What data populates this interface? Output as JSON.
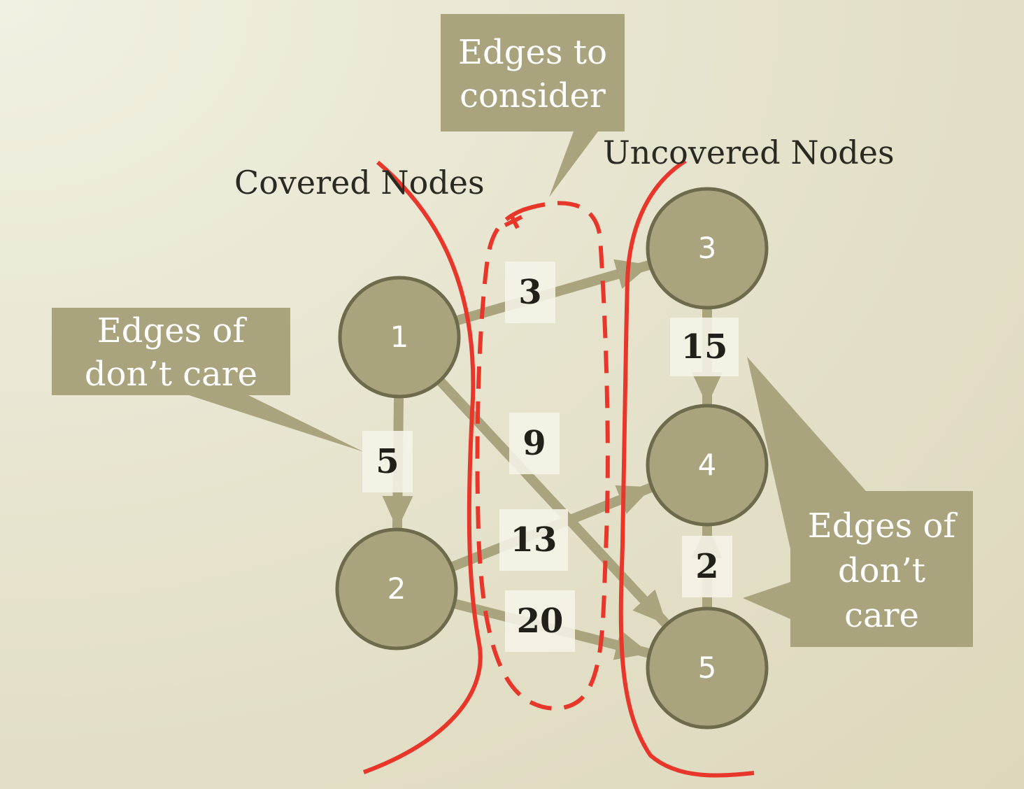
{
  "callouts": {
    "consider": {
      "line1": "Edges to",
      "line2": "consider"
    },
    "dont_care_left": {
      "line1": "Edges of",
      "line2": "don’t care"
    },
    "dont_care_right": {
      "line1": "Edges of",
      "line2": "don’t",
      "line3": "care"
    }
  },
  "regions": {
    "covered": "Covered Nodes",
    "uncovered": "Uncovered Nodes"
  },
  "nodes": [
    "1",
    "2",
    "3",
    "4",
    "5"
  ],
  "edges": [
    {
      "from": "1",
      "to": "3",
      "weight": "3"
    },
    {
      "from": "1",
      "to": "2",
      "weight": "5"
    },
    {
      "from": "1",
      "to": "5",
      "weight": "9"
    },
    {
      "from": "2",
      "to": "4",
      "weight": "13"
    },
    {
      "from": "2",
      "to": "5",
      "weight": "20"
    },
    {
      "from": "3",
      "to": "4",
      "weight": "15"
    },
    {
      "from": "5",
      "to": "4",
      "weight": "2"
    }
  ],
  "colors": {
    "node_fill": "#aaa47e",
    "node_stroke": "#6e6a4c",
    "edge": "#aaa47e",
    "callout": "#aaa47e",
    "cut_line": "#e8362a",
    "background": "#e7e4cf"
  }
}
